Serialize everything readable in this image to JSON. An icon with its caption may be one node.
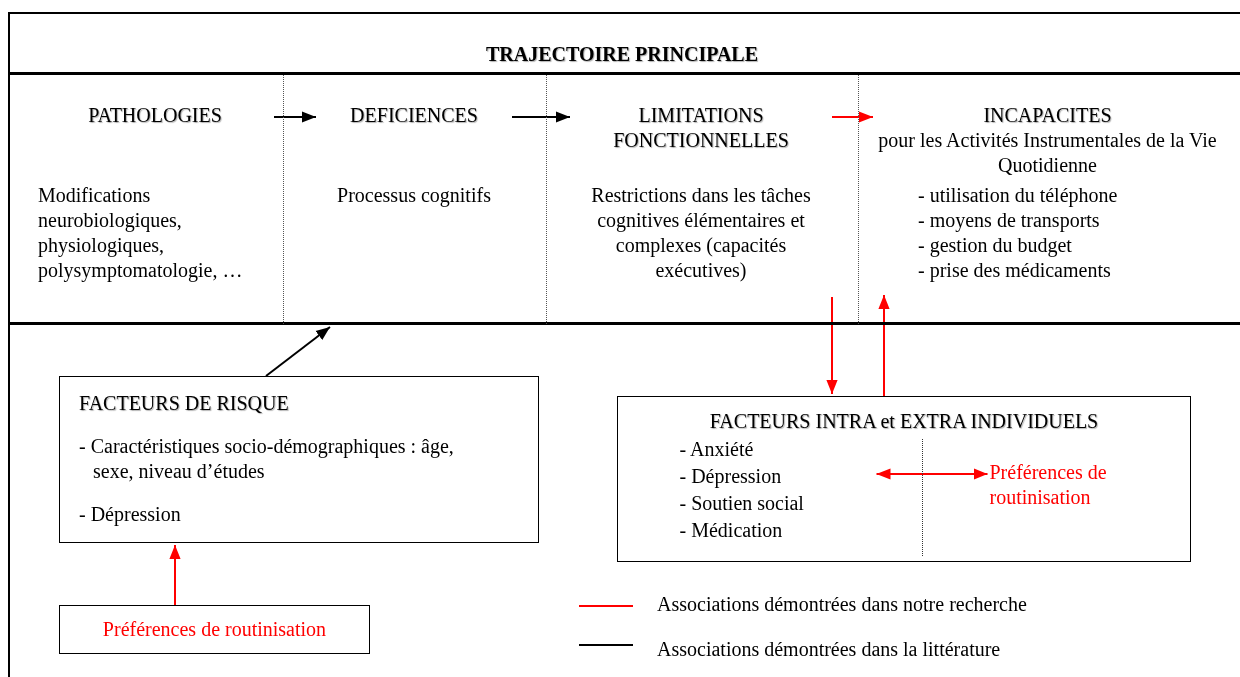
{
  "diagram": {
    "nodes": [
      {
        "text": [
          "TRAJECTOIRE PRINCIPALE"
        ]
      },
      {
        "text": [
          "PATHOLOGIES",
          "Modifications neurobiologiques, physiologiques, polysymptomatologie, …"
        ],
        "in": 0
      },
      {
        "text": [
          "DEFICIENCES",
          "Processus cognitifs"
        ],
        "in": 0
      },
      {
        "text": [
          "LIMITATIONS FONCTIONNELLES",
          "Restrictions dans les tâches cognitives élémentaires et complexes (capacités exécutives)"
        ],
        "in": 0
      },
      {
        "text": [
          "INCAPACITES",
          "pour les Activités Instrumentales de la Vie Quotidienne",
          "- utilisation du téléphone",
          "- moyens de transports",
          "- gestion du budget",
          "- prise des médicaments"
        ],
        "in": 0
      },
      {
        "text": [
          "FACTEURS DE RISQUE",
          "- Caractéristiques socio-démographiques : âge, sexe, niveau d’études",
          "- Dépression"
        ]
      },
      {
        "text": [
          "Préférences de routinisation"
        ]
      },
      {
        "text": [
          "FACTEURS INTRA et EXTRA INDIVIDUELS"
        ]
      },
      {
        "text": [
          "- Anxiété",
          "- Dépression",
          "- Soutien social",
          "- Médication"
        ],
        "in": 7
      },
      {
        "text": [
          "Préférences de routinisation"
        ],
        "in": 7
      }
    ],
    "edges": [
      {
        "from": 1,
        "to": 2,
        "arrow": "to",
        "color": "#000000"
      },
      {
        "from": 2,
        "to": 3,
        "arrow": "to",
        "color": "#000000"
      },
      {
        "from": 3,
        "to": 4,
        "arrow": "to"
      },
      {
        "from": 5,
        "to": 0,
        "arrow": "to",
        "color": "#000000"
      },
      {
        "from": 6,
        "to": 5,
        "arrow": "to"
      },
      {
        "from": 3,
        "to": 7,
        "arrow": "to"
      },
      {
        "from": 7,
        "to": 4,
        "arrow": "to"
      },
      {
        "from": 8,
        "to": 9,
        "arrow": "both"
      }
    ],
    "legend": [
      {
        "text": "Associations démontrées dans notre recherche"
      },
      {
        "text": "Associations démontrées dans la littérature"
      }
    ]
  }
}
